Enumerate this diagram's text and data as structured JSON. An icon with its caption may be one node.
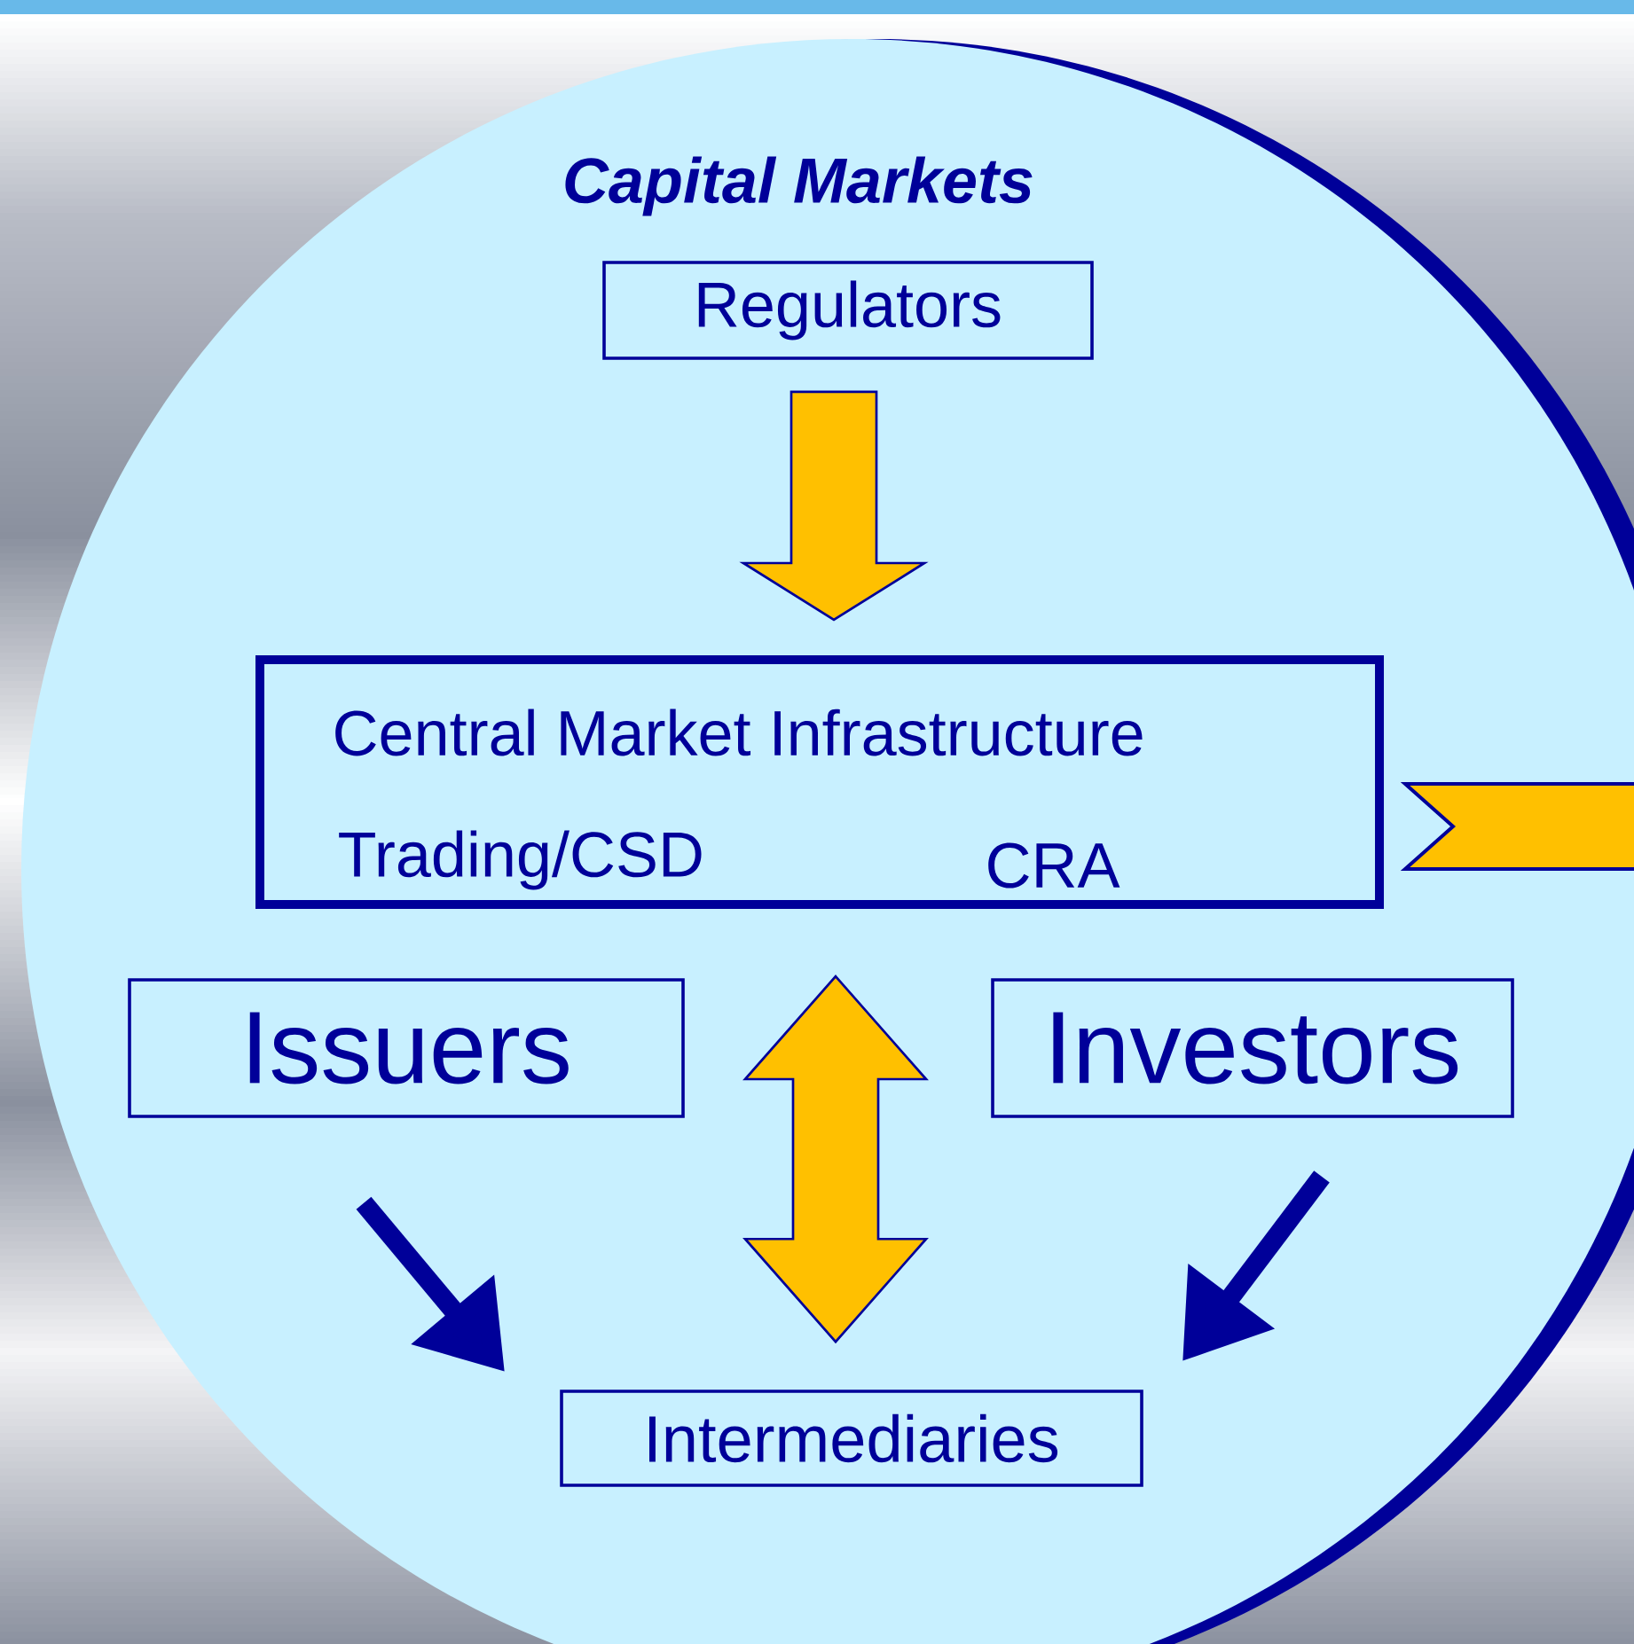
{
  "diagram": {
    "nodes": [
      {
        "text": [
          "Capital Markets"
        ]
      },
      {
        "text": [
          "Regulators"
        ],
        "in": 0
      },
      {
        "text": [
          "Central Market Infrastructure",
          "Trading/CSD",
          "CRA"
        ],
        "in": 0
      },
      {
        "text": [
          "Issuers"
        ],
        "in": 0
      },
      {
        "text": [
          "Investors"
        ],
        "in": 0
      },
      {
        "text": [
          "Intermediaries"
        ],
        "in": 0
      }
    ],
    "edges": [
      {
        "from": 1,
        "to": 2,
        "arrow": "to"
      },
      {
        "from": 2,
        "to": 5,
        "arrow": "both"
      },
      {
        "from": 3,
        "to": 5,
        "arrow": "to",
        "color": "#000099"
      },
      {
        "from": 4,
        "to": 5,
        "arrow": "to",
        "color": "#000099"
      },
      {
        "from": 2,
        "to": null,
        "arrow": "none"
      }
    ]
  }
}
